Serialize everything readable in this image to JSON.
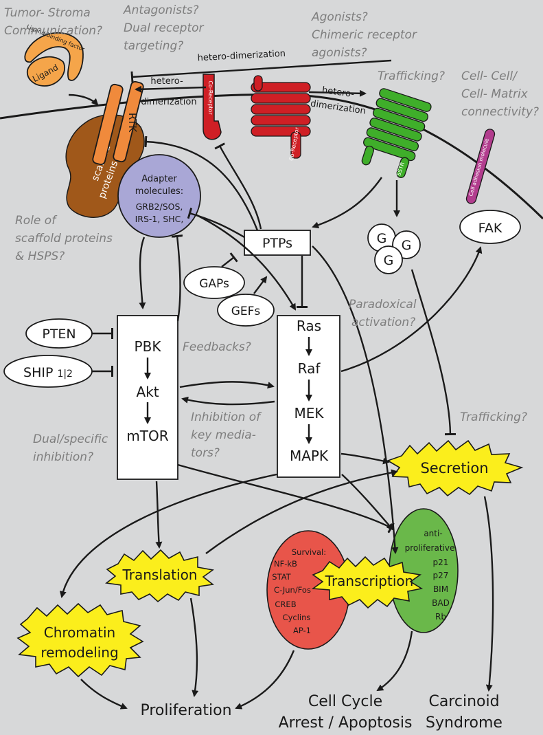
{
  "questions": {
    "tumor_stroma": [
      "Tumor- Stroma",
      "Communication?"
    ],
    "antagonists": [
      "Antagonists?",
      "Dual receptor",
      "targeting?"
    ],
    "agonists": [
      "Agonists?",
      "Chimeric receptor",
      "agonists?"
    ],
    "trafficking_top": "Trafficking?",
    "cell_connectivity": [
      "Cell- Cell/",
      "Cell- Matrix",
      "connectivity?"
    ],
    "scaffold_role": [
      "Role of",
      "scaffold proteins",
      "& HSPS?"
    ],
    "feedbacks": "Feedbacks?",
    "paradoxical": [
      "Paradoxical",
      "activation?"
    ],
    "inhibition_key": [
      "Inhibition of",
      "key media-",
      "tors?"
    ],
    "dual_specific": [
      "Dual/specific",
      "inhibition?"
    ],
    "trafficking_mid": "Trafficking?"
  },
  "membrane": {
    "hetero_dimerization_top": "hetero-dimerization",
    "hetero_dimerization_left": [
      "hetero-",
      "dimerization"
    ],
    "hetero_dimerization_right": [
      "hetero-",
      "dimerization"
    ],
    "ligand_binding_factor": "Ligand binding factor",
    "ligand": "Ligand",
    "rtk": "RTK",
    "scaffold": [
      "scaffold-",
      "proteins, HSPs"
    ],
    "co_receptor_1": "Co-Receptor",
    "co_receptor_2": "Co-Receptor",
    "sstr": "SSTR",
    "cell_adhesion": "Cell adhesion molecule"
  },
  "nodes": {
    "adapter": [
      "Adapter",
      "molecules:",
      "GRB2/SOS,",
      "IRS-1, SHC,"
    ],
    "ptps": "PTPs",
    "fak": "FAK",
    "g": "G",
    "gaps": "GAPs",
    "gefs": "GEFs",
    "pten": "PTEN",
    "ship": "SHIP",
    "ship_sub": "1|2",
    "pi3k_pathway": [
      "PBK",
      "Akt",
      "mTOR"
    ],
    "mapk_pathway": [
      "Ras",
      "Raf",
      "MEK",
      "MAPK"
    ],
    "secretion": "Secretion",
    "translation": "Translation",
    "transcription": "Transcription",
    "chromatin": [
      "Chromatin",
      "remodeling"
    ],
    "survival": [
      "Survival:",
      "NF-kB",
      "STAT",
      "C-Jun/Fos",
      "CREB",
      "Cyclins",
      "AP-1"
    ],
    "anti_proliferative": [
      "anti-",
      "proliferative",
      "p21",
      "p27",
      "BIM",
      "BAD",
      "Rb"
    ],
    "proliferation": "Proliferation",
    "cell_cycle": [
      "Cell Cycle",
      "Arrest / Apoptosis"
    ],
    "carcinoid": [
      "Carcinoid",
      "Syndrome"
    ]
  },
  "colors": {
    "background": "#d7d8d9",
    "rtk_orange": "#f08a3c",
    "ligand_orange": "#f5a54a",
    "scaffold_brown": "#a0581a",
    "adapter_purple": "#a9a7d6",
    "coreceptor_red": "#cf1f25",
    "sstr_green": "#3fae2a",
    "adhesion_magenta": "#b23d8e",
    "star_yellow": "#fbee1c",
    "survival_red": "#e8554a",
    "antiprolif_green": "#6ab84a",
    "question_gray": "#7e7e7e"
  }
}
